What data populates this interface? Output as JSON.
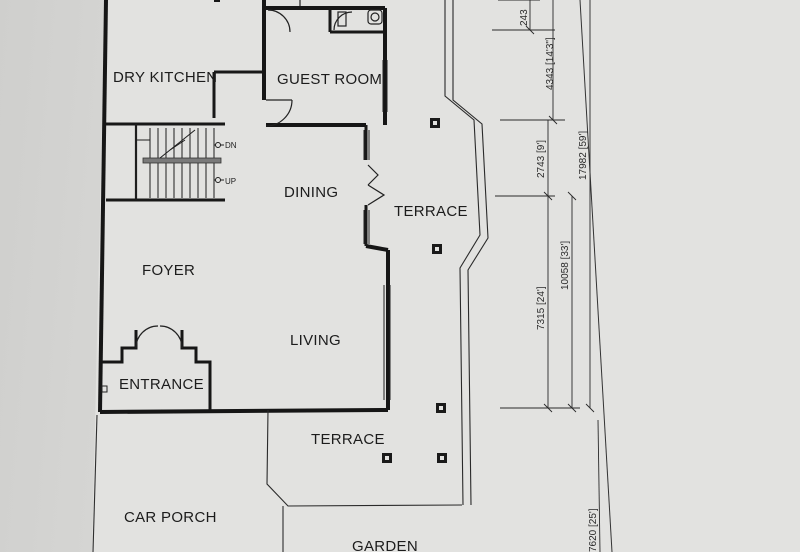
{
  "rooms": {
    "dry_kitchen": "DRY KITCHEN",
    "guest_room": "GUEST ROOM",
    "dining": "DINING",
    "terrace_upper": "TERRACE",
    "foyer": "FOYER",
    "living": "LIVING",
    "entrance": "ENTRANCE",
    "terrace_lower": "TERRACE",
    "car_porch": "CAR PORCH",
    "garden": "GARDEN"
  },
  "stairs": {
    "dn": "DN",
    "up": "UP"
  },
  "dimensions": {
    "d_top": "243",
    "d_4343": "4343 [14'3\"]",
    "d_2743": "2743 [9']",
    "d_17982": "17982 [59']",
    "d_10058": "10058 [33']",
    "d_7315": "7315 [24']",
    "d_7620": "7620 [25']"
  },
  "colors": {
    "paper": "#e4e4e2",
    "ink": "#1c1c1c"
  }
}
